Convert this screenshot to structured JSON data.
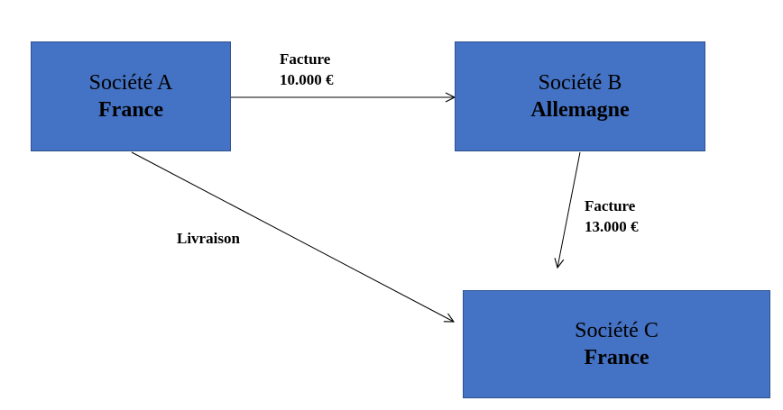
{
  "colors": {
    "box_fill": "#4472c4",
    "box_border": "#2f528f",
    "arrow": "#000000",
    "text": "#000000"
  },
  "nodes": {
    "a": {
      "name": "Société A",
      "country": "France"
    },
    "b": {
      "name": "Société B",
      "country": "Allemagne"
    },
    "c": {
      "name": "Société C",
      "country": "France"
    }
  },
  "edges": {
    "a_to_b": {
      "title": "Facture",
      "amount": "10.000 €"
    },
    "b_to_c": {
      "title": "Facture",
      "amount": "13.000 €"
    },
    "a_to_c": {
      "title": "Livraison"
    }
  }
}
